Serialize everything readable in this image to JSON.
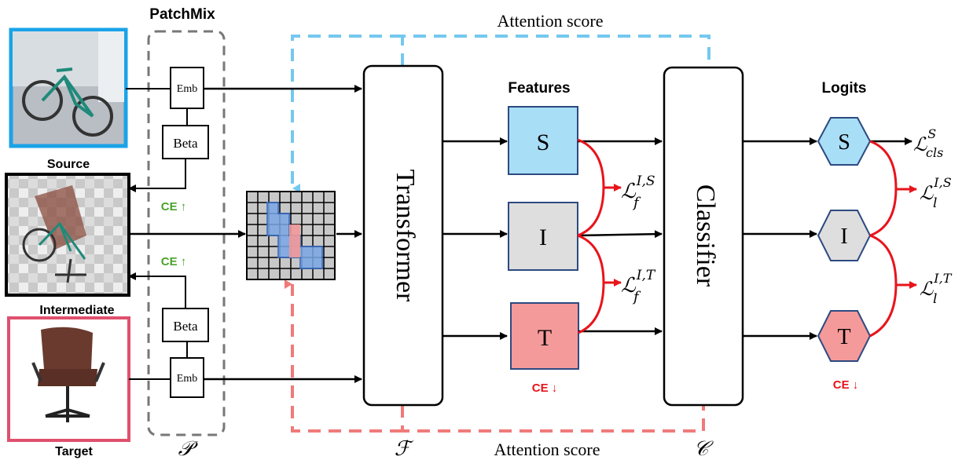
{
  "title": "PatchMix",
  "attention_score_top": "Attention score",
  "attention_score_bottom": "Attention score",
  "images": {
    "source": "Source",
    "intermediate": "Intermediate",
    "target": "Target"
  },
  "patchmix": {
    "emb_top": "Emb",
    "beta_top": "Beta",
    "beta_bottom": "Beta",
    "emb_bottom": "Emb",
    "ce_up_top": "CE ↑",
    "ce_up_bottom": "CE ↑",
    "symbol": "𝒫"
  },
  "transformer": {
    "label": "Transformer",
    "symbol": "ℱ"
  },
  "classifier": {
    "label": "Classifier",
    "symbol": "𝒞"
  },
  "features": {
    "title": "Features",
    "s": "S",
    "i": "I",
    "t": "T",
    "ce_down": "CE ↓"
  },
  "logits": {
    "title": "Logits",
    "s": "S",
    "i": "I",
    "t": "T",
    "ce_down": "CE ↓"
  },
  "losses": {
    "feat_is": {
      "base": "ℒ",
      "sub": "f",
      "sup": "I,S"
    },
    "feat_it": {
      "base": "ℒ",
      "sub": "f",
      "sup": "I,T"
    },
    "logit_s": {
      "base": "ℒ",
      "sub": "cls",
      "sup": "S"
    },
    "logit_is": {
      "base": "ℒ",
      "sub": "l",
      "sup": "I,S"
    },
    "logit_it": {
      "base": "ℒ",
      "sub": "l",
      "sup": "I,T"
    }
  },
  "colors": {
    "source_blue": "#1aa3e8",
    "target_red": "#e0506e",
    "attn_blue": "#74c8ef",
    "attn_red": "#f07a7a",
    "feat_s": "#a9def7",
    "feat_i": "#dedede",
    "feat_t": "#f59a9a",
    "loss_red": "#e8141b",
    "ce_green": "#4aa329",
    "ce_red": "#e8141b"
  }
}
